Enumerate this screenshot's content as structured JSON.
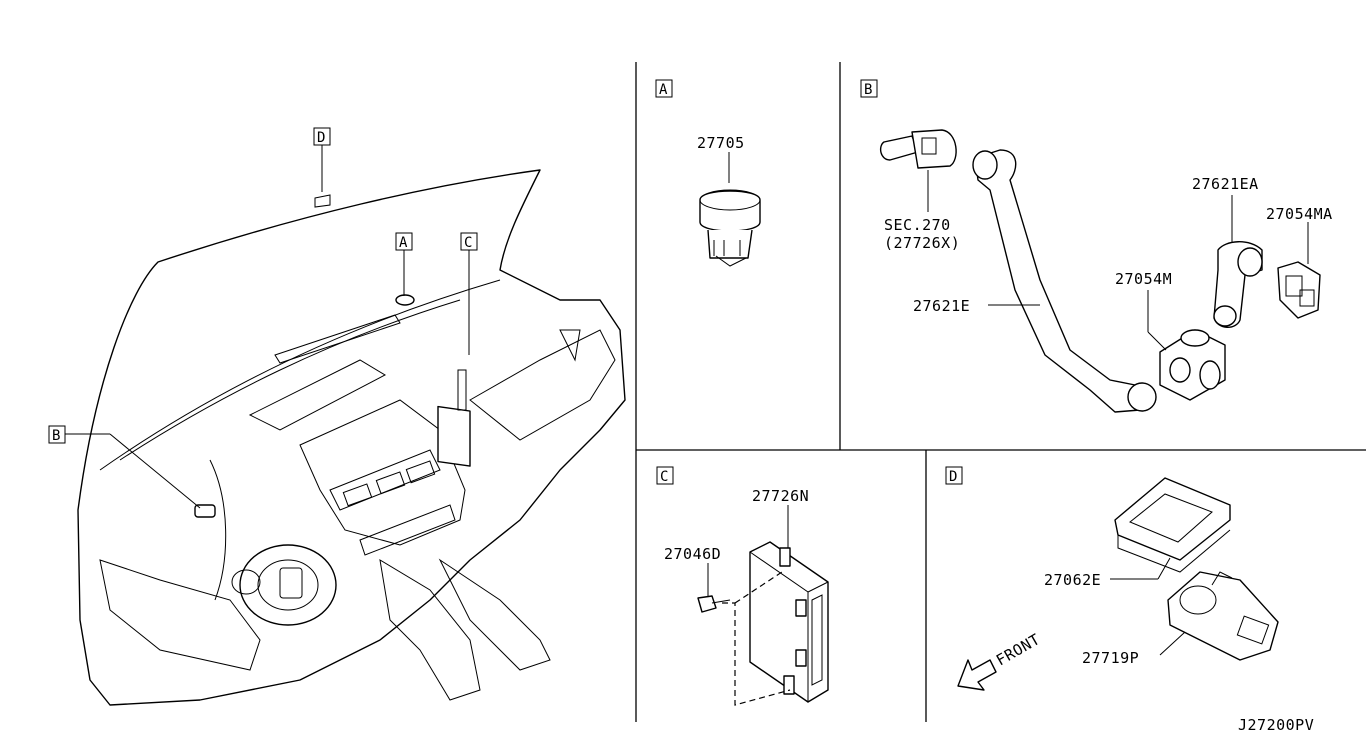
{
  "drawing_id": "J27200PV",
  "overview": {
    "callouts": [
      "D",
      "A",
      "C",
      "B"
    ]
  },
  "panels": {
    "A": {
      "letter": "A",
      "parts": [
        "27705"
      ]
    },
    "B": {
      "letter": "B",
      "parts": [
        "SEC.270",
        "(27726X)",
        "27621EA",
        "27054MA",
        "27054M",
        "27621E"
      ]
    },
    "C": {
      "letter": "C",
      "parts": [
        "27726N",
        "27046D"
      ]
    },
    "D": {
      "letter": "D",
      "parts": [
        "27062E",
        "27719P"
      ],
      "direction": "FRONT"
    }
  }
}
